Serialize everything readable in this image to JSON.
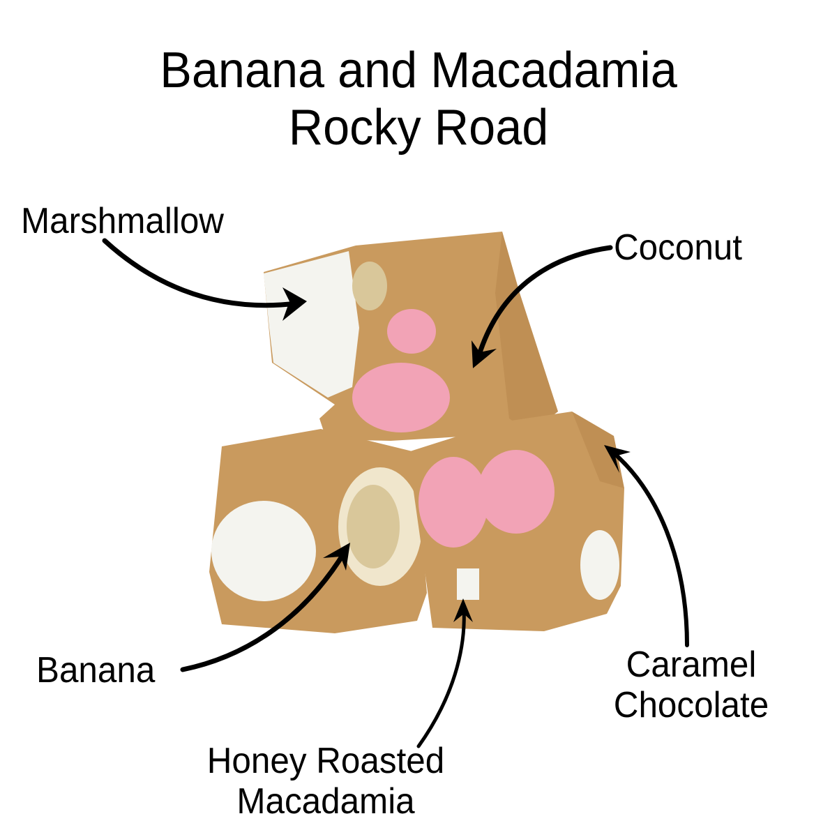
{
  "title": {
    "line1": "Banana and Macadamia",
    "line2": "Rocky Road"
  },
  "labels": {
    "marshmallow": "Marshmallow",
    "coconut": "Coconut",
    "banana": "Banana",
    "caramel_line1": "Caramel",
    "caramel_line2": "Chocolate",
    "macadamia_line1": "Honey Roasted",
    "macadamia_line2": "Macadamia"
  },
  "colors": {
    "background": "#ffffff",
    "text": "#000000",
    "caramel": "#c99a5e",
    "caramel_dark": "#b5844a",
    "marshmallow_white": "#f4f4ef",
    "marshmallow_pink": "#f2a3b6",
    "banana": "#d9c79a"
  }
}
